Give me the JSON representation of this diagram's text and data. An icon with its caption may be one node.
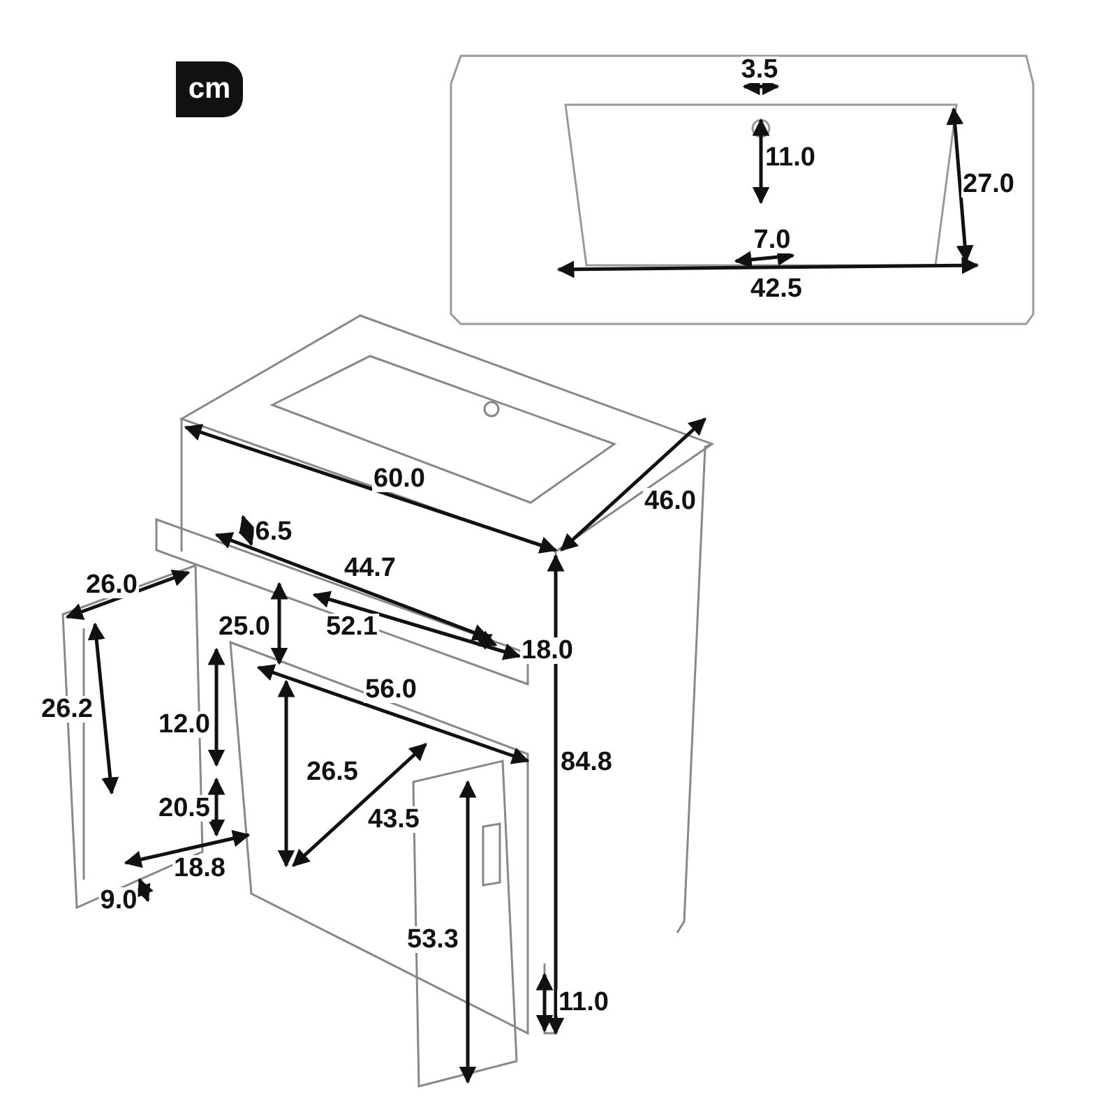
{
  "diagram": {
    "labels": [
      "cm",
      "3.5",
      "11.0",
      "27.0",
      "7.0",
      "42.5",
      "60.0",
      "46.0",
      "6.5",
      "44.7",
      "26.0",
      "25.0",
      "52.1",
      "18.0",
      "56.0",
      "26.2",
      "12.0",
      "84.8",
      "26.5",
      "43.5",
      "20.5",
      "18.8",
      "9.0",
      "53.3",
      "11.0"
    ]
  }
}
